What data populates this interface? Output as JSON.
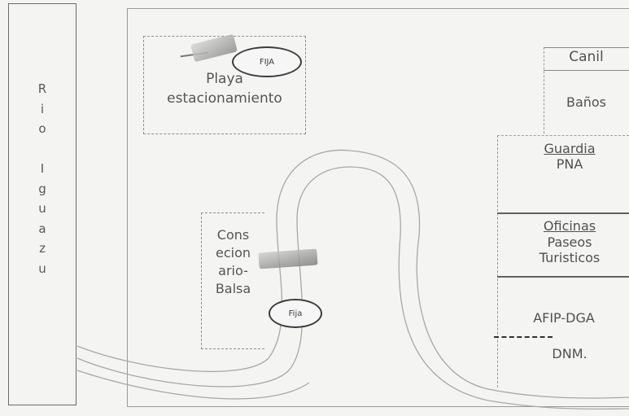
{
  "river": {
    "letters": [
      "R",
      "i",
      "o",
      "",
      "I",
      "g",
      "u",
      "a",
      "z",
      "u"
    ]
  },
  "parking": {
    "line1": "Playa",
    "line2": "estacionamiento",
    "camera_tag": "FIJA"
  },
  "concession": {
    "lines": [
      "Cons",
      "ecion",
      "ario-",
      "Balsa"
    ],
    "camera_tag": "Fija"
  },
  "buildings": {
    "kennel": "Canil",
    "toilets": "Baños",
    "guard_title": "Guardia",
    "guard_sub": "PNA",
    "offices_title": "Oficinas",
    "offices_sub1": "Paseos",
    "offices_sub2": "Turisticos",
    "customs": "AFIP-DGA",
    "migration": "DNM."
  }
}
